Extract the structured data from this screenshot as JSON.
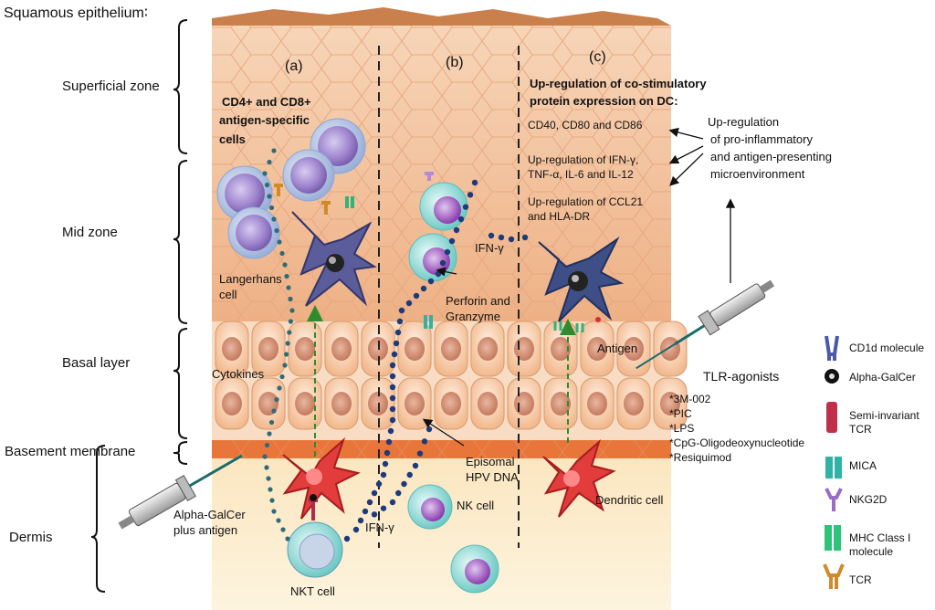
{
  "title": "Squamous epithelium∶",
  "zones": {
    "superficial": "Superficial zone",
    "mid": "Mid zone",
    "basal": "Basal layer",
    "basement": "Basement membrane",
    "dermis": "Dermis"
  },
  "panels": {
    "a": "(a)",
    "b": "(b)",
    "c": "(c)"
  },
  "panel_a": {
    "cd4_line1": "CD4+ and CD8+",
    "cd4_line2": "antigen-specific",
    "cd4_line3": "cells",
    "langerhans_line1": "Langerhans",
    "langerhans_line2": "cell",
    "cytokines": "Cytokines",
    "alpha_line1": "Alpha-GalCer",
    "alpha_line2": "plus antigen",
    "nkt": "NKT cell",
    "ifn": "IFN-γ"
  },
  "panel_b": {
    "ifn": "IFN-γ",
    "perforin_line1": "Perforin and",
    "perforin_line2": "Granzyme",
    "episomal_line1": "Episomal",
    "episomal_line2": "HPV DNA",
    "nk": "NK cell"
  },
  "panel_c": {
    "upreg_line1": "Up-regulation of co-stimulatory",
    "upreg_line2": "protein expression on DC:",
    "cd_list": "CD40, CD80  and CD86",
    "ifn_line1": "Up-regulation of IFN-γ,",
    "ifn_line2": "TNF-α, IL-6 and IL-12",
    "ccl_line1": "Up-regulation of CCL21",
    "ccl_line2": "and HLA-DR",
    "antigen": "Antigen",
    "dendritic": "Dendritic cell"
  },
  "right": {
    "proinf_line1": "Up-regulation",
    "proinf_line2": "of pro-inflammatory",
    "proinf_line3": "and antigen-presenting",
    "proinf_line4": "microenvironment",
    "tlr": "TLR-agonists",
    "agonists": [
      "*3M-002",
      "*PIC",
      "*LPS",
      "*CpG-Oligodeoxynucleotide",
      "*Resiquimod"
    ]
  },
  "legend": [
    {
      "icon": "cd1d-icon",
      "label1": "CD1d molecule",
      "label2": ""
    },
    {
      "icon": "alpha-galcer-icon",
      "label1": "Alpha-GalCer",
      "label2": ""
    },
    {
      "icon": "tcr-semi-icon",
      "label1": "Semi-invariant",
      "label2": "TCR"
    },
    {
      "icon": "mica-icon",
      "label1": "MICA",
      "label2": ""
    },
    {
      "icon": "nkg2d-icon",
      "label1": "NKG2D",
      "label2": ""
    },
    {
      "icon": "mhc-icon",
      "label1": "MHC Class I",
      "label2": "molecule"
    },
    {
      "icon": "tcr-icon",
      "label1": "TCR",
      "label2": ""
    }
  ],
  "colors": {
    "superficial": "#f4c6a0",
    "mid": "#f0b88e",
    "basal": "#f6d2b4",
    "basement": "#e8763a",
    "dermis": "#fbeecb",
    "t_cell": "#a88fd0",
    "nk_cell": "#8fd3d0",
    "dc_purple": "#4a4d8a",
    "dc_red": "#d83030",
    "dots": "#1e3a7a",
    "arrow_green": "#2e8b2e"
  }
}
